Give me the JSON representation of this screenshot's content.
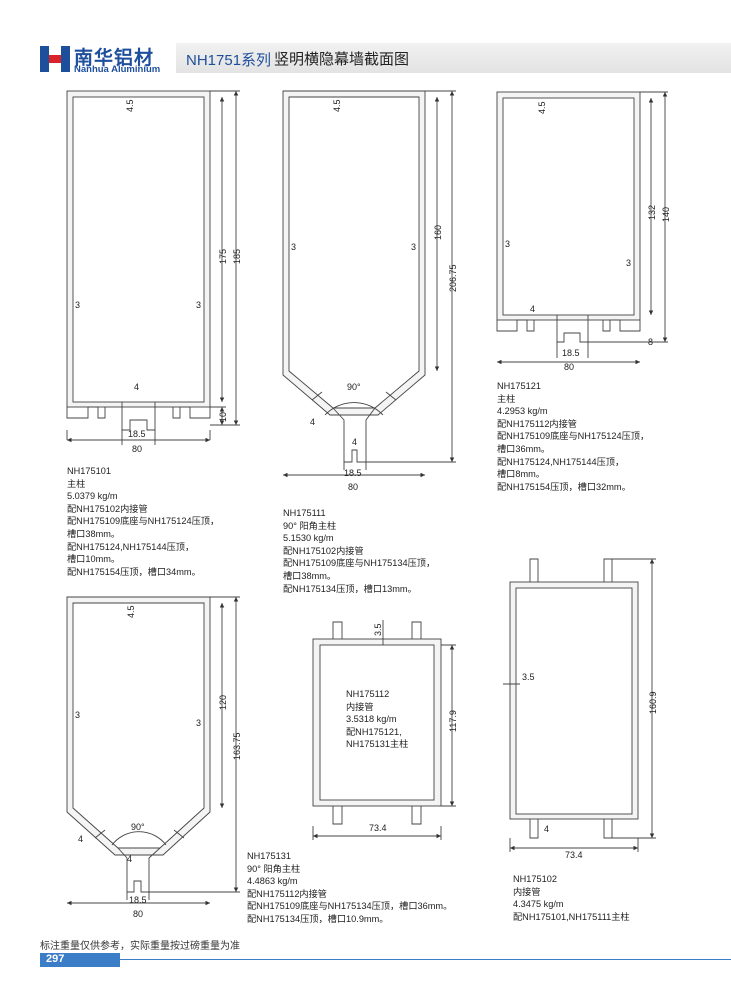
{
  "header": {
    "brand_cn": "南华铝材",
    "brand_en": "Nanhua Aluminium",
    "series": "NH1751系列",
    "title": "竖明横隐幕墙截面图"
  },
  "profiles": [
    {
      "lines": [
        "NH175101",
        "主柱",
        "5.0379 kg/m",
        "配NH175102内接管",
        "配NH175109底座与NH175124压顶，",
        "槽口38mm。",
        "配NH175124,NH175144压顶，",
        "槽口10mm。",
        "配NH175154压顶，槽口34mm。"
      ],
      "dims": [
        "4.5",
        "175",
        "185",
        "3",
        "3",
        "4",
        "10",
        "18.5",
        "80"
      ]
    },
    {
      "lines": [
        "NH175111",
        "90° 阳角主柱",
        "5.1530 kg/m",
        "配NH175102内接管",
        "配NH175109底座与NH175134压顶，",
        "槽口38mm。",
        "配NH175134压顶，槽口13mm。"
      ],
      "dims": [
        "4.5",
        "160",
        "206.75",
        "3",
        "3",
        "90°",
        "4",
        "4",
        "18.5",
        "80"
      ]
    },
    {
      "lines": [
        "NH175121",
        "主柱",
        "4.2953 kg/m",
        "配NH175112内接管",
        "配NH175109底座与NH175124压顶，",
        "槽口36mm。",
        "配NH175124,NH175144压顶，",
        "槽口8mm。",
        "配NH175154压顶，槽口32mm。"
      ],
      "dims": [
        "4.5",
        "132",
        "140",
        "3",
        "3",
        "4",
        "8",
        "18.5",
        "80"
      ]
    },
    {
      "lines": [
        "NH175131",
        "90° 阳角主柱",
        "4.4863 kg/m",
        "配NH175112内接管",
        "配NH175109底座与NH175134压顶，槽口36mm。",
        "配NH175134压顶，槽口10.9mm。"
      ],
      "dims": [
        "4.5",
        "120",
        "163.75",
        "3",
        "3",
        "90°",
        "4",
        "4",
        "18.5",
        "80"
      ]
    },
    {
      "lines": [
        "NH175112",
        "内接管",
        "3.5318 kg/m",
        "配NH175121,",
        "NH175131主柱"
      ],
      "dims": [
        "3.5",
        "117.9",
        "73.4"
      ]
    },
    {
      "lines": [
        "NH175102",
        "内接管",
        "4.3475 kg/m",
        "配NH175101,NH175111主柱"
      ],
      "dims": [
        "3.5",
        "160.9",
        "4",
        "73.4"
      ]
    }
  ],
  "footer": {
    "note": "标注重量仅供参考，实际重量按过磅重量为准",
    "page": "297"
  }
}
